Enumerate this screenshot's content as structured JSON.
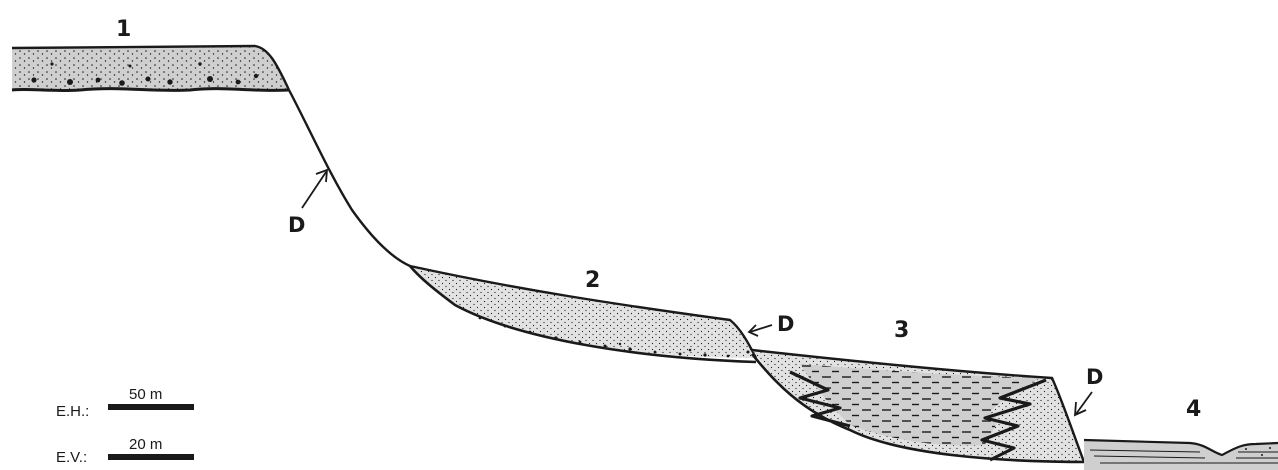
{
  "section_labels": {
    "unit1": "1",
    "unit2": "2",
    "unit3": "3",
    "unit4": "4"
  },
  "d_markers": {
    "marker_a": "D",
    "marker_b": "D",
    "marker_c": "D"
  },
  "scale": {
    "horizontal_label": "E.H.:",
    "horizontal_value": "50 m",
    "vertical_label": "E.V.:",
    "vertical_value": "20 m"
  },
  "colors": {
    "ink": "#1a1a1a",
    "fill_grey": "#cfcfcf",
    "fill_light": "#e2e2e2"
  }
}
